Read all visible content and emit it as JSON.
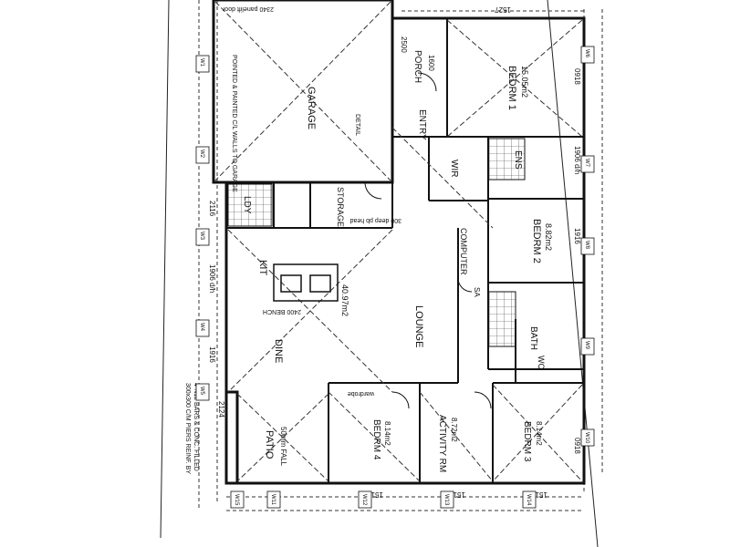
{
  "rooms": {
    "garage": "GARAGE",
    "porch": "PORCH",
    "porch_dim": "1600",
    "entry": "ENTRY",
    "bedrm1": "BEDRM 1",
    "bedrm1_area": "15.05m2",
    "wir": "WIR",
    "ens": "ENS",
    "ldy": "LDY",
    "storage": "STORAGE",
    "kit": "KIT",
    "computer": "COMPUTER",
    "bedrm2": "BEDRM 2",
    "bedrm2_area": "8.82m2",
    "dine": "DINE",
    "dine_area": "40.97m2",
    "lounge": "LOUNGE",
    "bath": "BATH",
    "wc": "WC",
    "patio": "PATIO",
    "patio_note": "50mm FALL",
    "bedrm4": "BEDRM 4",
    "bedrm4_area": "8.14m2",
    "activity": "ACTIVITY RM",
    "activity_area": "8.72m2",
    "bedrm3": "BEDRM 3",
    "bedrm3_area": "8.14m2"
  },
  "notes": {
    "garage_wall": "POINTED & PAINTED C/L WALLS TO GARAGE",
    "panel_door": "2340 panelift door",
    "piers": "300x300 C/M PIERS REINF. BY",
    "piers2": "4-N12 BARS & CONC. FILLED",
    "bench": "2400 BENCH",
    "sa": "SA",
    "detail": "DETAIL",
    "wardrobe": "wardrobe",
    "deep_head": "300 deep pb head"
  },
  "dimensions": {
    "top_right": "1527",
    "left_1": "2116",
    "left_2": "1906 d/h",
    "left_3": "1916",
    "left_4": "2124",
    "right_1": "0918",
    "right_2": "1906 d/h",
    "right_3": "1916",
    "right_4": "0918",
    "bottom_1": "1516",
    "bottom_2": "1516",
    "bottom_3": "1516",
    "porch_w": "2500"
  },
  "window_tags": [
    "W1",
    "W2",
    "W3",
    "W4",
    "W5",
    "W6",
    "W7",
    "W8",
    "W9",
    "W10",
    "W11",
    "W12",
    "W13",
    "W14",
    "W15"
  ],
  "colors": {
    "ink": "#111111",
    "paper": "#ffffff"
  }
}
